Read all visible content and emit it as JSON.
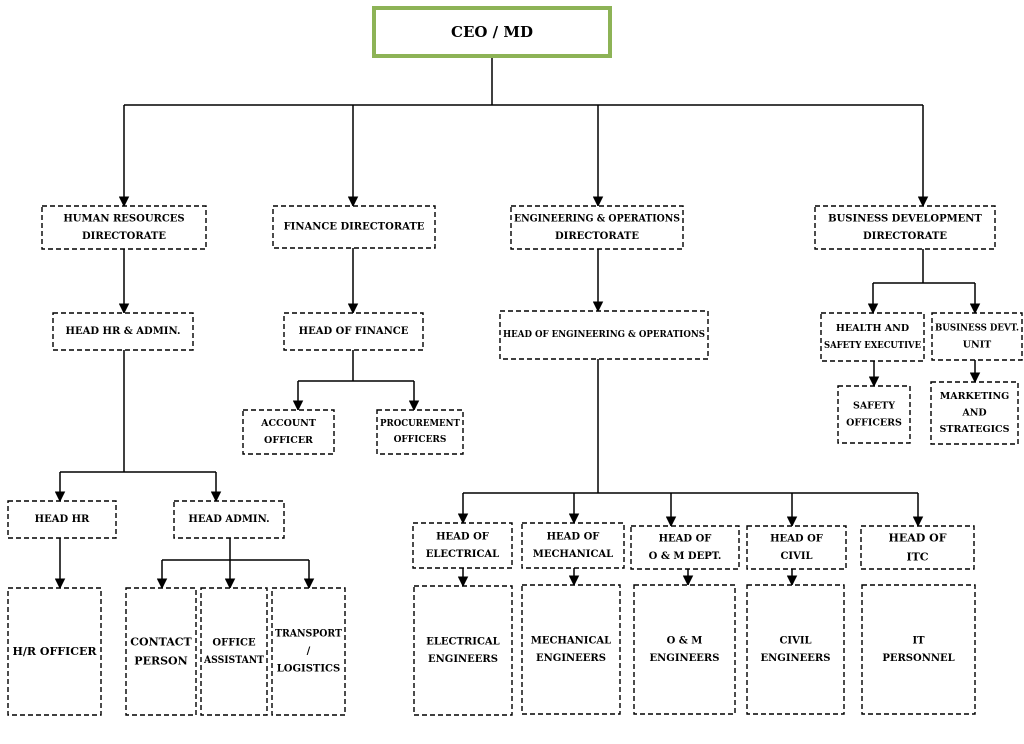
{
  "nodes": {
    "ceo": {
      "lines": [
        "CEO / MD"
      ]
    },
    "hr_dir": {
      "lines": [
        "HUMAN RESOURCES",
        "DIRECTORATE"
      ]
    },
    "fin_dir": {
      "lines": [
        "FINANCE DIRECTORATE"
      ]
    },
    "eng_dir": {
      "lines": [
        "ENGINEERING & OPERATIONS",
        "DIRECTORATE"
      ]
    },
    "bd_dir": {
      "lines": [
        "BUSINESS DEVELOPMENT",
        "DIRECTORATE"
      ]
    },
    "head_hr_admin": {
      "lines": [
        "HEAD HR & ADMIN."
      ]
    },
    "head_finance": {
      "lines": [
        "HEAD OF FINANCE"
      ]
    },
    "head_eng_ops": {
      "lines": [
        "HEAD OF ENGINEERING & OPERATIONS"
      ]
    },
    "hse": {
      "lines": [
        "HEALTH AND",
        "SAFETY EXECUTIVE"
      ]
    },
    "bdu": {
      "lines": [
        "BUSINESS DEVT.",
        "UNIT"
      ]
    },
    "account_officer": {
      "lines": [
        "ACCOUNT",
        "OFFICER"
      ]
    },
    "procurement_officers": {
      "lines": [
        "PROCUREMENT",
        "OFFICERS"
      ]
    },
    "safety_officers": {
      "lines": [
        "SAFETY",
        "OFFICERS"
      ]
    },
    "marketing": {
      "lines": [
        "MARKETING",
        "AND",
        "STRATEGICS"
      ]
    },
    "head_hr": {
      "lines": [
        "HEAD HR"
      ]
    },
    "head_admin": {
      "lines": [
        "HEAD ADMIN."
      ]
    },
    "hr_officer": {
      "lines": [
        "H/R OFFICER"
      ]
    },
    "contact_person": {
      "lines": [
        "CONTACT",
        "PERSON"
      ]
    },
    "office_assistant": {
      "lines": [
        "OFFICE",
        "ASSISTANT"
      ]
    },
    "transport": {
      "lines": [
        "TRANSPORT",
        "/",
        "LOGISTICS"
      ]
    },
    "head_electrical": {
      "lines": [
        "HEAD OF",
        "ELECTRICAL"
      ]
    },
    "head_mechanical": {
      "lines": [
        "HEAD OF",
        "MECHANICAL"
      ]
    },
    "head_om": {
      "lines": [
        "HEAD OF",
        "O & M DEPT."
      ]
    },
    "head_civil": {
      "lines": [
        "HEAD OF",
        "CIVIL"
      ]
    },
    "head_itc": {
      "lines": [
        "HEAD OF",
        "ITC"
      ]
    },
    "electrical_engineers": {
      "lines": [
        "ELECTRICAL",
        "ENGINEERS"
      ]
    },
    "mechanical_engineers": {
      "lines": [
        "MECHANICAL",
        "ENGINEERS"
      ]
    },
    "om_engineers": {
      "lines": [
        "O & M",
        "ENGINEERS"
      ]
    },
    "civil_engineers": {
      "lines": [
        "CIVIL",
        "ENGINEERS"
      ]
    },
    "it_personnel": {
      "lines": [
        "IT",
        "PERSONNEL"
      ]
    }
  },
  "colors": {
    "ceo_border": "#8db356",
    "line": "#000000"
  }
}
